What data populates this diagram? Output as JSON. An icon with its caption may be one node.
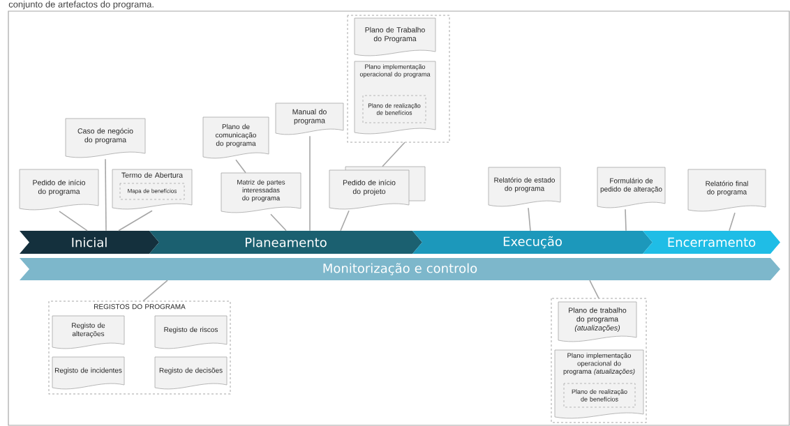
{
  "diagram": {
    "nodes": [
      {
        "text": [
          "Inicial"
        ]
      },
      {
        "text": [
          "Planeamento"
        ]
      },
      {
        "text": [
          "Execução"
        ]
      },
      {
        "text": [
          "Encerramento"
        ]
      },
      {
        "text": [
          "Monitorização e controlo"
        ]
      },
      {
        "text": [
          "Pedido de início do programa"
        ]
      },
      {
        "text": [
          "Caso de negócio do programa"
        ]
      },
      {
        "text": [
          "Termo de Abertura"
        ]
      },
      {
        "text": [
          "Mapa de benefícios"
        ],
        "in": 7
      },
      {
        "text": [
          "Plano de comunicação do programa"
        ]
      },
      {
        "text": [
          "Matriz de partes interessadas do programa"
        ]
      },
      {
        "text": [
          "Manual do programa"
        ]
      },
      {
        "text": [],
        "shape": "box"
      },
      {
        "text": [
          "Plano de Trabalho do Programa"
        ],
        "in": 12
      },
      {
        "text": [
          "Plano implementação operacional do programa"
        ],
        "in": 12
      },
      {
        "text": [
          "Plano de realização de benefícios"
        ],
        "in": 14
      },
      {
        "text": [
          "Pedido de início do projeto"
        ]
      },
      {
        "text": [
          "Relatório de estado do programa"
        ]
      },
      {
        "text": [
          "Formulário de pedido de alteração"
        ]
      },
      {
        "text": [
          "Relatório final do programa"
        ]
      },
      {
        "text": [
          "REGISTOS DO PROGRAMA"
        ]
      },
      {
        "text": [
          "Registo de alterações"
        ],
        "in": 20
      },
      {
        "text": [
          "Registo de riscos"
        ],
        "in": 20
      },
      {
        "text": [
          "Registo de incidentes"
        ],
        "in": 20
      },
      {
        "text": [
          "Registo de decisões"
        ],
        "in": 20
      },
      {
        "text": [],
        "shape": "box"
      },
      {
        "text": [
          "Plano de trabalho do programa *(atualizações)*"
        ],
        "in": 25
      },
      {
        "text": [
          "Plano implementação operacional do programa *(atualizações)*"
        ],
        "in": 25
      },
      {
        "text": [
          "Plano de realização de benefícios"
        ],
        "in": 27
      }
    ],
    "edges": [
      {
        "from": 5,
        "to": 0,
        "arrow": "none"
      },
      {
        "from": 6,
        "to": 0,
        "arrow": "none"
      },
      {
        "from": 7,
        "to": 0,
        "arrow": "none"
      },
      {
        "from": 9,
        "to": 10,
        "arrow": "none"
      },
      {
        "from": 10,
        "to": 1,
        "arrow": "none"
      },
      {
        "from": 11,
        "to": 1,
        "arrow": "none"
      },
      {
        "from": 16,
        "to": 1,
        "arrow": "none"
      },
      {
        "from": 12,
        "to": 16,
        "arrow": "none"
      },
      {
        "from": 17,
        "to": 2,
        "arrow": "none"
      },
      {
        "from": 18,
        "to": 2,
        "arrow": "none"
      },
      {
        "from": 19,
        "to": 3,
        "arrow": "none"
      },
      {
        "from": 4,
        "to": 20,
        "arrow": "none"
      },
      {
        "from": 4,
        "to": 25,
        "arrow": "none"
      }
    ],
    "labels": [
      "conjunto de artefactos do programa."
    ]
  }
}
